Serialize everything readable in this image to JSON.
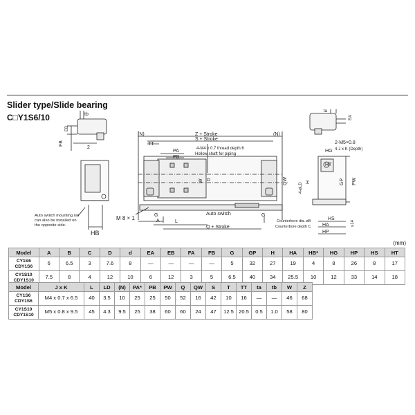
{
  "header": {
    "title": "Slider type/Slide bearing",
    "subtitle": "C□Y1S6/10"
  },
  "drawing": {
    "side_labels": [
      "tb",
      "EB",
      "FB",
      "2",
      "HB"
    ],
    "note_rail": [
      "Auto switch mounting rail",
      "can also be installed on",
      "the opposite side."
    ],
    "main_labels": {
      "n_left": "(N)",
      "n_right": "(N)",
      "z_stroke": "Z + Stroke",
      "s_stroke": "S + Stroke",
      "tt": "TT",
      "pa": "PA",
      "pb": "PB",
      "thread": "4-M4 x 0.7 thread depth 6",
      "hollow": "Hollow shaft for piping",
      "w": "W",
      "d": "D",
      "qw": "QW",
      "m8": "M 8 × 1",
      "g_left": "G",
      "g_right": "G",
      "a": "A",
      "l": "L",
      "auto_switch": "Auto switch",
      "q_stroke": "Q + Stroke",
      "cb_dia": "Counterbore dia. øB",
      "cb_depth": "Counterbore depth C",
      "ld": "4-øLD",
      "h": "H"
    },
    "right_labels": {
      "ta": "ta",
      "ea": "EA",
      "m5": "2-M5×0.8",
      "jk": "4-J x K (Depth)",
      "hg": "HG",
      "ht": "HT",
      "gp": "GP",
      "pw": "PW",
      "hs": "HS",
      "ha": "HA",
      "hp": "HP",
      "d14": "≤14"
    }
  },
  "unit": "(mm)",
  "table1": {
    "headers": [
      "Model",
      "A",
      "B",
      "C",
      "D",
      "d",
      "EA",
      "EB",
      "FA",
      "FB",
      "G",
      "GP",
      "H",
      "HA",
      "HB*",
      "HG",
      "HP",
      "HS",
      "HT"
    ],
    "rows": [
      {
        "model": [
          "CY1S6",
          "CDY1S6"
        ],
        "values": [
          "6",
          "6.5",
          "3",
          "7.6",
          "8",
          "—",
          "—",
          "—",
          "—",
          "5",
          "32",
          "27",
          "19",
          "4",
          "8",
          "26",
          "8",
          "17"
        ]
      },
      {
        "model": [
          "CY1S10",
          "CDY1S10"
        ],
        "values": [
          "7.5",
          "8",
          "4",
          "12",
          "10",
          "6",
          "12",
          "3",
          "5",
          "6.5",
          "40",
          "34",
          "25.5",
          "10",
          "12",
          "33",
          "14",
          "18"
        ]
      }
    ]
  },
  "table2": {
    "headers": [
      "Model",
      "J x K",
      "L",
      "LD",
      "(N)",
      "PA*",
      "PB",
      "PW",
      "Q",
      "QW",
      "S",
      "T",
      "TT",
      "ta",
      "tb",
      "W",
      "Z"
    ],
    "rows": [
      {
        "model": [
          "CY1S6",
          "CDY1S6"
        ],
        "values": [
          "M4 x 0.7 x 6.5",
          "40",
          "3.5",
          "10",
          "25",
          "25",
          "50",
          "52",
          "16",
          "42",
          "10",
          "16",
          "—",
          "—",
          "46",
          "68"
        ]
      },
      {
        "model": [
          "CY1S10",
          "CDY1S10"
        ],
        "values": [
          "M5 x 0.8 x 9.5",
          "45",
          "4.3",
          "9.5",
          "25",
          "38",
          "60",
          "60",
          "24",
          "47",
          "12.5",
          "20.5",
          "0.5",
          "1.0",
          "58",
          "80"
        ]
      }
    ]
  }
}
